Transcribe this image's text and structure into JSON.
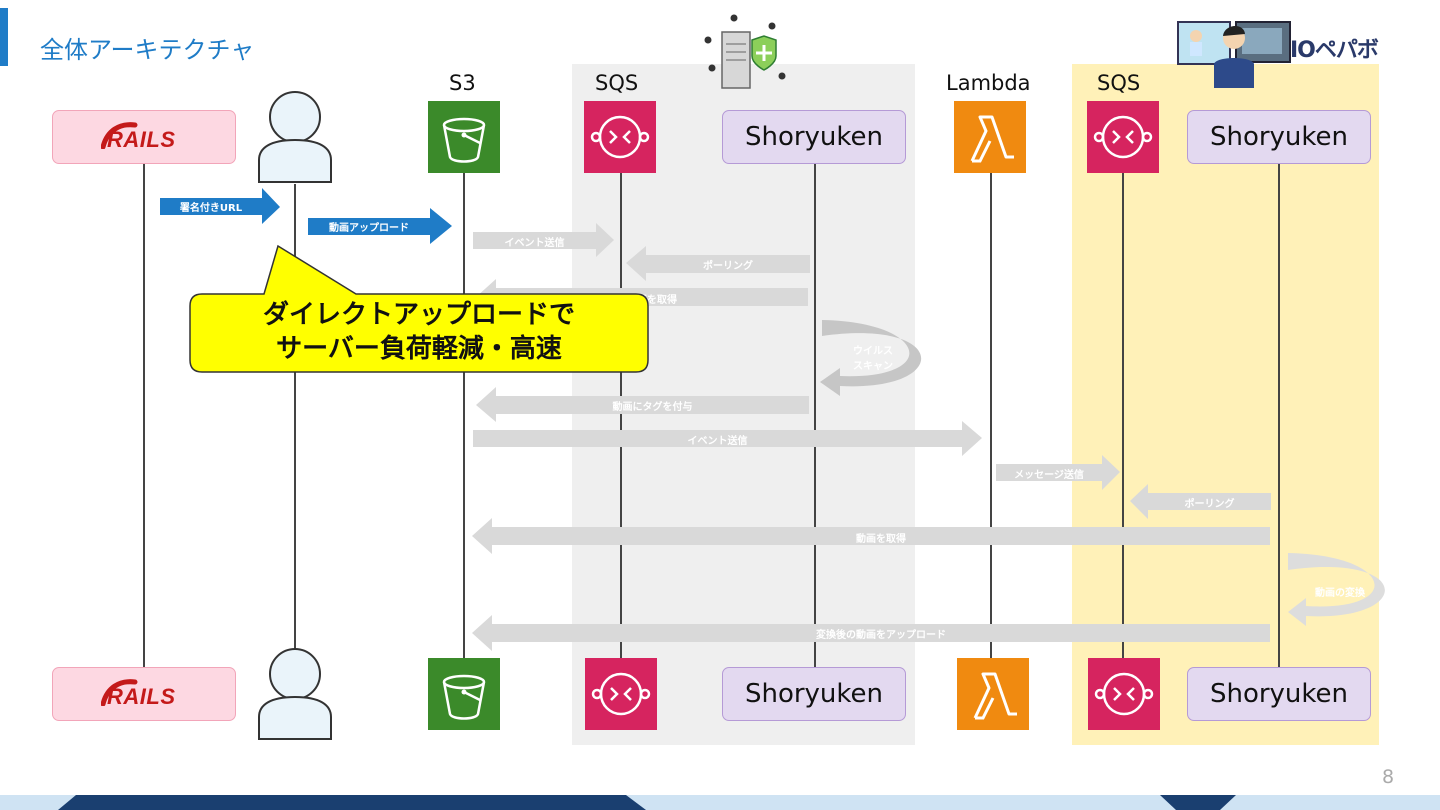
{
  "slide": {
    "title": "全体アーキテクチャ",
    "page_number": "8",
    "logo_text": "IOペパボ"
  },
  "columns": {
    "s3": "S3",
    "sqs1": "SQS",
    "lambda": "Lambda",
    "sqs2": "SQS"
  },
  "actors": {
    "rails": "RAILS",
    "shoryuken": "Shoryuken"
  },
  "messages": {
    "signed_url": "署名付きURL",
    "upload": "動画アップロード",
    "event1": "イベント送信",
    "polling1": "ポーリング",
    "get1": "動画を取得",
    "virus_scan": "ウイルス\nスキャン",
    "tag": "動画にタグを付与",
    "event2": "イベント送信",
    "message_send": "メッセージ送信",
    "polling2": "ポーリング",
    "get2": "動画を取得",
    "convert": "動画の変換",
    "upload_converted": "変換後の動画をアップロード"
  },
  "callout": {
    "line1": "ダイレクトアップロードで",
    "line2": "サーバー負荷軽減・高速"
  },
  "colors": {
    "title_blue": "#1f7cc7",
    "blue_arrow": "#1f7cc7",
    "gray_arrow": "#d9d9d9",
    "s3_green": "#3b8a2a",
    "sqs_pink": "#d6245f",
    "lambda_orange": "#f08a10",
    "callout_yellow": "#ffff00",
    "lane_yellow": "#fff1b8",
    "lane_gray": "#efefef"
  }
}
